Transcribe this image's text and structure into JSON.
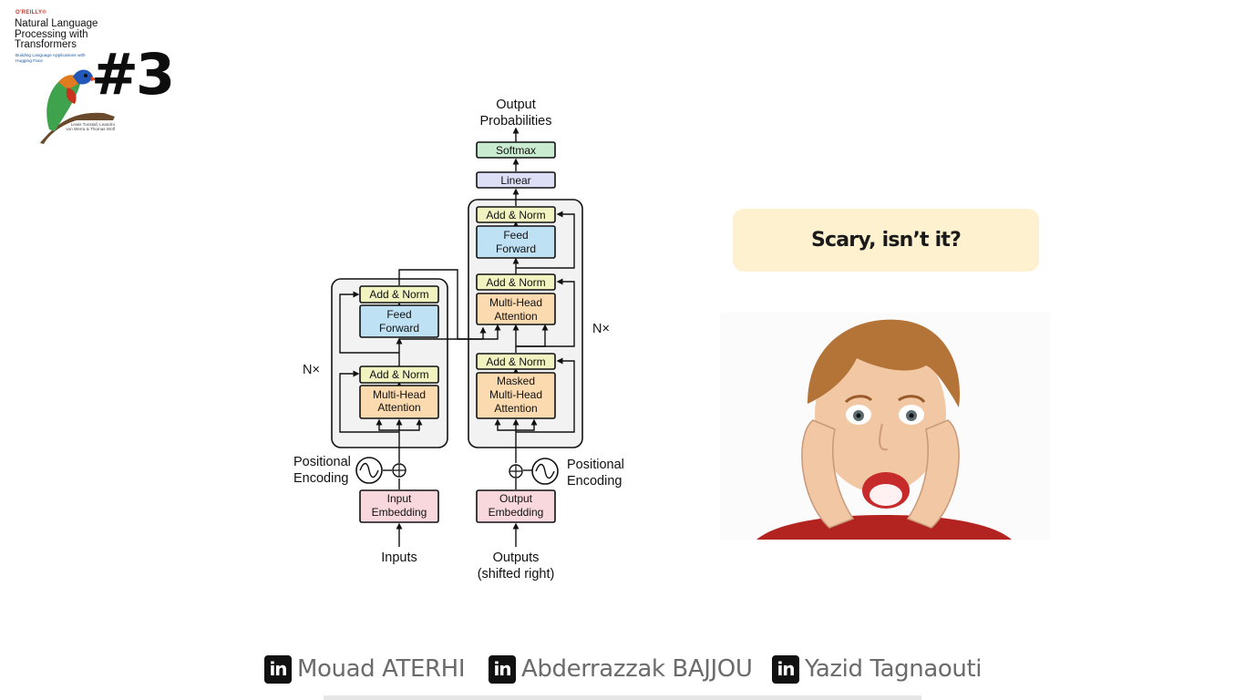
{
  "book": {
    "publisher": "O'REILLY®",
    "title": "Natural Language Processing with Transformers",
    "subtitle": "Building Language Applications with Hugging Face",
    "authors": "Lewis Tunstall, Leandro von Werra & Thomas Wolf",
    "issue": "#3"
  },
  "diagram": {
    "output_title_1": "Output",
    "output_title_2": "Probabilities",
    "softmax": "Softmax",
    "linear": "Linear",
    "dec_add_norm_top": "Add & Norm",
    "dec_ff_1": "Feed",
    "dec_ff_2": "Forward",
    "dec_add_norm_mid": "Add & Norm",
    "dec_mha_1": "Multi-Head",
    "dec_mha_2": "Attention",
    "dec_add_norm_bottom": "Add & Norm",
    "dec_masked_1": "Masked",
    "dec_masked_2": "Multi-Head",
    "dec_masked_3": "Attention",
    "enc_add_norm_top": "Add & Norm",
    "enc_ff_1": "Feed",
    "enc_ff_2": "Forward",
    "enc_add_norm_bottom": "Add & Norm",
    "enc_mha_1": "Multi-Head",
    "enc_mha_2": "Attention",
    "enc_nx": "N×",
    "dec_nx": "N×",
    "pos_enc_left_1": "Positional",
    "pos_enc_left_2": "Encoding",
    "pos_enc_right_1": "Positional",
    "pos_enc_right_2": "Encoding",
    "input_emb_1": "Input",
    "input_emb_2": "Embedding",
    "output_emb_1": "Output",
    "output_emb_2": "Embedding",
    "inputs": "Inputs",
    "outputs_1": "Outputs",
    "outputs_2": "(shifted right)"
  },
  "bubble": {
    "text": "Scary, isn’t it?"
  },
  "footer": {
    "icon_label": "in",
    "authors": [
      "Mouad ATERHI",
      "Abderrazzak BAJJOU",
      "Yazid Tagnaouti"
    ]
  },
  "colors": {
    "add_norm": "#f1f4c0",
    "feed_forward": "#bfe1f4",
    "attention": "#fbdab0",
    "embedding": "#f9d8dd",
    "linear": "#dcdff6",
    "softmax": "#c9ecd0",
    "bubble": "#fdf1cf"
  }
}
